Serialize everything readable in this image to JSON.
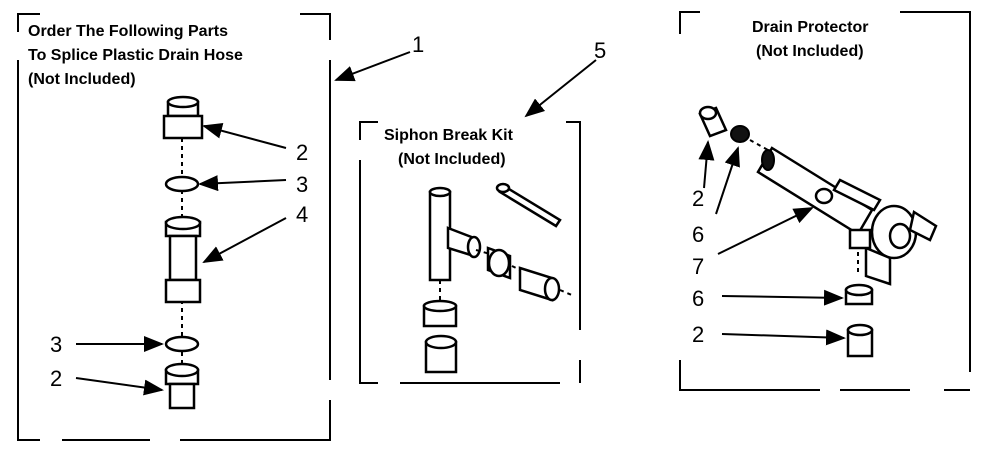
{
  "panels": {
    "splice": {
      "title_lines": [
        "Order The Following Parts",
        "To Splice Plastic Drain Hose",
        "(Not Included)"
      ]
    },
    "siphon": {
      "title_lines": [
        "Siphon Break Kit",
        "(Not Included)"
      ]
    },
    "drain": {
      "title_lines": [
        "Drain Protector",
        "(Not Included)"
      ]
    }
  },
  "callouts": {
    "splice_panel": "1",
    "splice_top_connector": "2",
    "splice_top_clamp": "3",
    "splice_coupler": "4",
    "splice_bottom_clamp": "3",
    "splice_bottom_connector": "2",
    "siphon_panel": "5",
    "drain_top_connector": "2",
    "drain_top_washer": "6",
    "drain_protector_body": "7",
    "drain_bottom_washer": "6",
    "drain_bottom_connector": "2"
  }
}
